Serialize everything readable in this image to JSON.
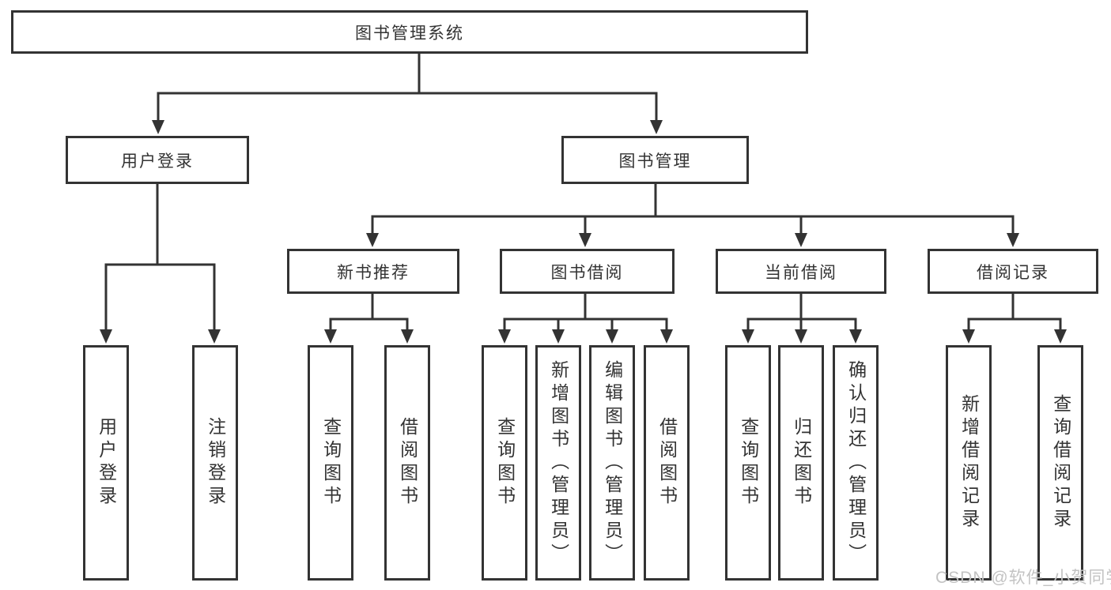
{
  "diagram": {
    "title": "图书管理系统",
    "nodes": {
      "root": {
        "label": "图书管理系统"
      },
      "user_login": {
        "label": "用户登录"
      },
      "book_mgmt": {
        "label": "图书管理"
      },
      "new_book_rec": {
        "label": "新书推荐"
      },
      "book_borrow": {
        "label": "图书借阅"
      },
      "current_borrow": {
        "label": "当前借阅"
      },
      "borrow_records": {
        "label": "借阅记录"
      },
      "leaves": {
        "user_login_leaf": {
          "label": "用户登录"
        },
        "logout": {
          "label": "注销登录"
        },
        "nr_query_book": {
          "label": "查询图书"
        },
        "nr_borrow_book": {
          "label": "借阅图书"
        },
        "bb_query_book": {
          "label": "查询图书"
        },
        "bb_add_book": {
          "label": "新增图书（管理员）"
        },
        "bb_edit_book": {
          "label": "编辑图书（管理员）"
        },
        "bb_borrow_book": {
          "label": "借阅图书"
        },
        "cb_query_book": {
          "label": "查询图书"
        },
        "cb_return_book": {
          "label": "归还图书"
        },
        "cb_confirm_return": {
          "label": "确认归还（管理员）"
        },
        "br_add_record": {
          "label": "新增借阅记录"
        },
        "br_query_record": {
          "label": "查询借阅记录"
        }
      }
    },
    "edges": [
      [
        "root",
        "user_login"
      ],
      [
        "root",
        "book_mgmt"
      ],
      [
        "user_login",
        "user_login_leaf"
      ],
      [
        "user_login",
        "logout"
      ],
      [
        "book_mgmt",
        "new_book_rec"
      ],
      [
        "book_mgmt",
        "book_borrow"
      ],
      [
        "book_mgmt",
        "current_borrow"
      ],
      [
        "book_mgmt",
        "borrow_records"
      ],
      [
        "new_book_rec",
        "nr_query_book"
      ],
      [
        "new_book_rec",
        "nr_borrow_book"
      ],
      [
        "book_borrow",
        "bb_query_book"
      ],
      [
        "book_borrow",
        "bb_add_book"
      ],
      [
        "book_borrow",
        "bb_edit_book"
      ],
      [
        "book_borrow",
        "bb_borrow_book"
      ],
      [
        "current_borrow",
        "cb_query_book"
      ],
      [
        "current_borrow",
        "cb_return_book"
      ],
      [
        "current_borrow",
        "cb_confirm_return"
      ],
      [
        "borrow_records",
        "br_add_record"
      ],
      [
        "borrow_records",
        "br_query_record"
      ]
    ],
    "colors": {
      "line": "#333333",
      "box_border": "#333333",
      "text": "#333333",
      "background": "#ffffff",
      "watermark": "#c3c3c3"
    }
  },
  "watermark": {
    "text": "CSDN @软件_小贺同学"
  }
}
